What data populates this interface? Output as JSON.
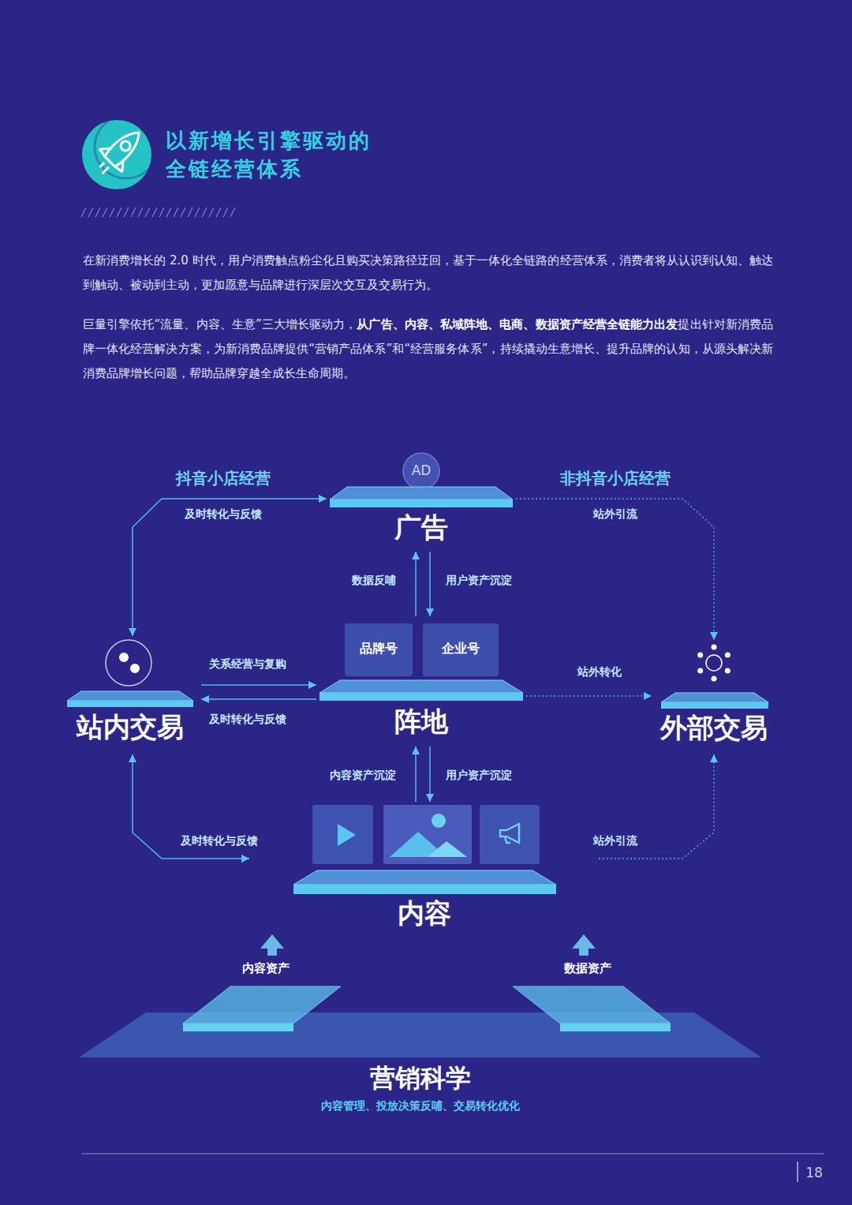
{
  "diagram": {
    "title": "以新增长引擎驱动的 全链经营体系",
    "nodes": [
      {
        "text": [
          "AD"
        ]
      },
      {
        "text": [
          "广告"
        ]
      },
      {
        "text": [
          "站内交易"
        ]
      },
      {
        "text": [
          "阵地"
        ]
      },
      {
        "text": [
          "品牌号"
        ],
        "in": 3
      },
      {
        "text": [
          "企业号"
        ],
        "in": 3
      },
      {
        "text": [
          "外部交易"
        ]
      },
      {
        "text": [
          "内容"
        ]
      },
      {
        "text": [
          "营销科学",
          "内容管理、投放决策反哺、交易转化优化"
        ]
      },
      {
        "text": [
          "内容资产"
        ],
        "in": 8
      },
      {
        "text": [
          "数据资产"
        ],
        "in": 8
      }
    ],
    "edges": [
      {
        "from": 2,
        "to": 1,
        "arrow": "both",
        "label": "及时转化与反馈"
      },
      {
        "from": 1,
        "to": 6,
        "arrow": "to",
        "label": "站外引流"
      },
      {
        "from": 3,
        "to": 1,
        "arrow": "to",
        "label": "数据反哺"
      },
      {
        "from": 1,
        "to": 3,
        "arrow": "to",
        "label": "用户资产沉淀"
      },
      {
        "from": 2,
        "to": 3,
        "arrow": "to",
        "label": "关系经营与复购"
      },
      {
        "from": 3,
        "to": 2,
        "arrow": "to",
        "label": "及时转化与反馈"
      },
      {
        "from": 3,
        "to": 6,
        "arrow": "to",
        "label": "站外转化"
      },
      {
        "from": 7,
        "to": 3,
        "arrow": "to",
        "label": "内容资产沉淀"
      },
      {
        "from": 3,
        "to": 7,
        "arrow": "to",
        "label": "用户资产沉淀"
      },
      {
        "from": 7,
        "to": 2,
        "arrow": "both",
        "label": "及时转化与反馈"
      },
      {
        "from": 7,
        "to": 6,
        "arrow": "to",
        "label": "站外引流"
      },
      {
        "from": 9,
        "to": 7,
        "arrow": "to"
      },
      {
        "from": 10,
        "to": 7,
        "arrow": "to"
      }
    ],
    "labels": [
      "在新消费增长的 2.0 时代，用户消费触点粉尘化且购买决策路径迂回，基于一体化全链路的经营体系，消费者将从认识到认知、触达到触动、被动到主动，更加愿意与品牌进行深层次交互及交易行为。",
      "巨量引擎依托“流量、内容、生意”三大增长驱动力，",
      "从广告、内容、私域阵地、电商、数据资产经营全链能力出发",
      "提出针对新消费品牌一体化经营解决方案，为新消费品牌提供“营销产品体系”和“经营服务体系”，持续撬动生意增长、提升品牌的认知，从源头解决新消费品牌增长问题，帮助品牌穿越全成长生命周期。",
      "抖音小店经营",
      "非抖音小店经营",
      "18"
    ]
  }
}
